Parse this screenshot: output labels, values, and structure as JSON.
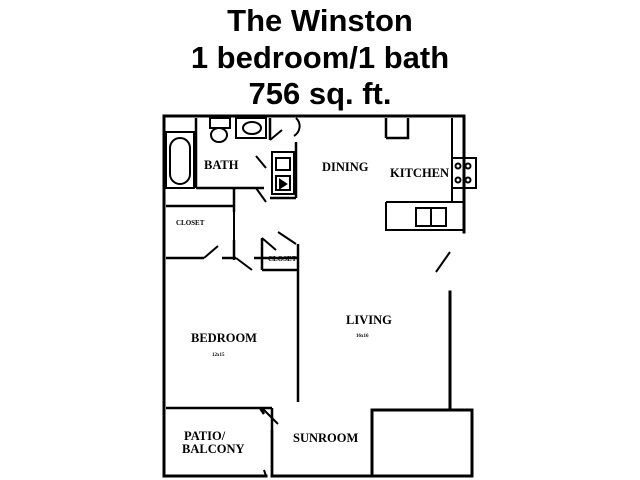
{
  "header": {
    "name": "The Winston",
    "layout": "1 bedroom/1 bath",
    "area": "756 sq. ft."
  },
  "rooms": {
    "bath": "BATH",
    "dining": "DINING",
    "kitchen": "KITCHEN",
    "closet_1": "CLOSET",
    "closet_2": "CLOSET",
    "living": "LIVING",
    "living_dim": "16x16",
    "bedroom": "BEDROOM",
    "bedroom_dim": "12x15",
    "patio_line1": "PATIO/",
    "patio_line2": "BALCONY",
    "sunroom": "SUNROOM"
  },
  "colors": {
    "ink": "#000000",
    "background": "#ffffff"
  }
}
